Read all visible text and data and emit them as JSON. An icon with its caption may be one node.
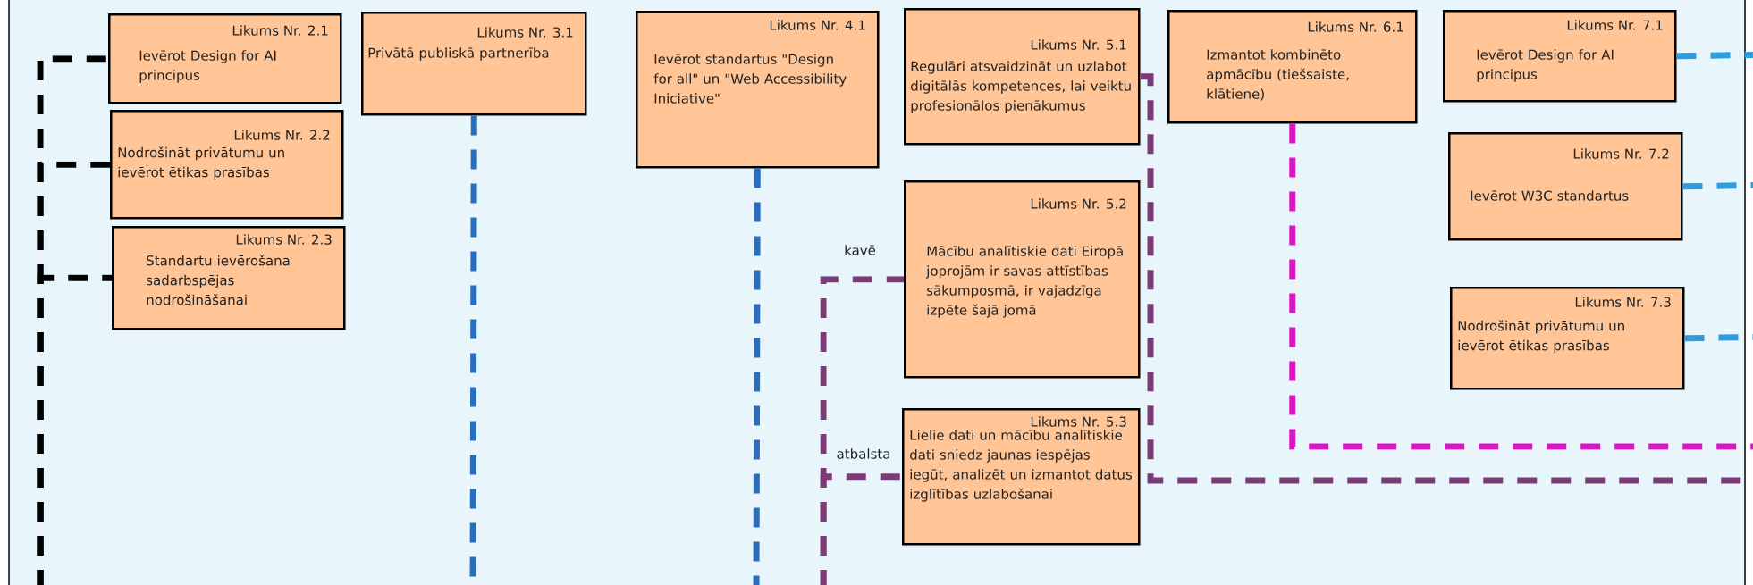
{
  "diagram": {
    "nodes": [
      {
        "text": [
          "Likums Nr. 2.1",
          "Ievērot Design for AI principus"
        ]
      },
      {
        "text": [
          "Likums Nr. 2.2",
          "Nodrošināt privātumu un ievērot ētikas prasības"
        ]
      },
      {
        "text": [
          "Likums Nr. 2.3",
          "Standartu ievērošana sadarbspējas nodrošināšanai"
        ]
      },
      {
        "text": [
          "Likums Nr. 3.1",
          "Privātā publiskā partnerība"
        ]
      },
      {
        "text": [
          "Likums Nr. 4.1",
          "Ievērot standartus \"Design for all\" un \"Web Accessibility Iniciative\""
        ]
      },
      {
        "text": [
          "Likums Nr. 5.1",
          "Regulāri atsvaidzināt un uzlabot digitālās kompetences, lai veiktu profesionālos pienākumus"
        ]
      },
      {
        "text": [
          "Likums Nr. 5.2",
          "Mācību analītiskie dati Eiropā joprojām ir savas attīstības sākumposmā, ir vajadzīga izpēte šajā jomā"
        ]
      },
      {
        "text": [
          "Likums Nr. 5.3",
          "Lielie dati un mācību analītiskie dati sniedz jaunas iespējas iegūt, analizēt un izmantot datus izglītības uzlabošanai"
        ]
      },
      {
        "text": [
          "Likums Nr. 6.1",
          "Izmantot kombinēto apmācību (tiešsaiste, klātiene)"
        ]
      },
      {
        "text": [
          "Likums Nr. 7.1",
          "Ievērot Design for AI principus"
        ]
      },
      {
        "text": [
          "Likums Nr. 7.2",
          "Ievērot W3C standartus"
        ]
      },
      {
        "text": [
          "Likums Nr. 7.3",
          "Nodrošināt privātumu un ievērot ētikas prasības"
        ]
      }
    ],
    "edges": [
      {
        "from": null,
        "to": 0,
        "arrow": "none",
        "style": "dashed",
        "color": "#000000"
      },
      {
        "from": null,
        "to": 1,
        "arrow": "none",
        "style": "dashed",
        "color": "#000000"
      },
      {
        "from": null,
        "to": 2,
        "arrow": "none",
        "style": "dashed",
        "color": "#000000"
      },
      {
        "from": 3,
        "to": null,
        "arrow": "none",
        "style": "dashed",
        "color": "#2a6ebb"
      },
      {
        "from": 4,
        "to": null,
        "arrow": "none",
        "style": "dashed",
        "color": "#2a6ebb"
      },
      {
        "from": 5,
        "to": null,
        "arrow": "none",
        "style": "dashed",
        "color": "#7b3b76"
      },
      {
        "from": null,
        "to": 6,
        "arrow": "none",
        "style": "dashed",
        "color": "#7b3b76",
        "label": "kavē"
      },
      {
        "from": null,
        "to": 7,
        "arrow": "none",
        "style": "dashed",
        "color": "#7b3b76",
        "label": "atbalsta"
      },
      {
        "from": 8,
        "to": null,
        "arrow": "none",
        "style": "dashed",
        "color": "#d916c4"
      },
      {
        "from": 9,
        "to": null,
        "arrow": "none",
        "style": "dashed",
        "color": "#2d9de0"
      },
      {
        "from": 10,
        "to": null,
        "arrow": "none",
        "style": "dashed",
        "color": "#2d9de0"
      },
      {
        "from": 11,
        "to": null,
        "arrow": "none",
        "style": "dashed",
        "color": "#2d9de0"
      }
    ]
  }
}
